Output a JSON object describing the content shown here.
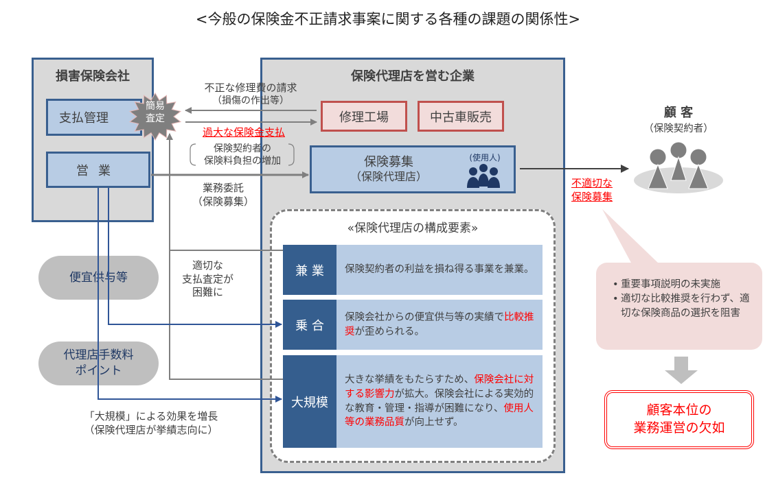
{
  "title": "<今般の保険金不正請求事案に関する各種の課題の関係性>",
  "insurer": {
    "title": "損害保険会社",
    "payment_mgmt": "支払管理",
    "sales": "営業",
    "burst_line1": "簡易",
    "burst_line2": "査定"
  },
  "agency_company": {
    "title": "保険代理店を営む企業",
    "repair_shop": "修理工場",
    "used_car": "中古車販売",
    "solicitation_line1": "保険募集",
    "solicitation_line2": "（保険代理店）",
    "employees_label": "(使用人)",
    "components_title": "«保険代理店の構成要素»",
    "components": [
      {
        "label": "兼 業",
        "text_parts": [
          {
            "t": "保険契約者の利益を損ね得る事業を兼業。",
            "red": false
          }
        ]
      },
      {
        "label": "乗 合",
        "text_parts": [
          {
            "t": "保険会社からの便宜供与等の実績で",
            "red": false
          },
          {
            "t": "比較推奨",
            "red": true
          },
          {
            "t": "が歪められる。",
            "red": false
          }
        ]
      },
      {
        "label": "大規模",
        "text_parts": [
          {
            "t": "大きな挙績をもたらすため、",
            "red": false
          },
          {
            "t": "保険会社に対する影響力",
            "red": true
          },
          {
            "t": "が拡大。保険会社による実効的な教育・管理・指導が困難になり、",
            "red": false
          },
          {
            "t": "使用人等の業務品質",
            "red": true
          },
          {
            "t": "が向上せず。",
            "red": false
          }
        ]
      }
    ]
  },
  "arrows": {
    "fraud_claim_line1": "不正な修理費の請求",
    "fraud_claim_line2": "（損傷の作出等）",
    "excess_payment": "過大な保険金支払",
    "burden_line1": "保険契約者の",
    "burden_line2": "保険料負担の増加",
    "outsourcing_line1": "業務委託",
    "outsourcing_line2": "（保険募集）",
    "difficult_line1": "適切な",
    "difficult_line2": "支払査定が",
    "difficult_line3": "困難に",
    "amplify_line1": "「大規模」による効果を増長",
    "amplify_line2": "（保険代理店が挙績志向に）",
    "improper_line1": "不適切な",
    "improper_line2": "保険募集"
  },
  "pills": {
    "benefits": "便宜供与等",
    "commission_line1": "代理店手数料",
    "commission_line2": "ポイント"
  },
  "customer": {
    "title": "顧 客",
    "subtitle": "（保険契約者）"
  },
  "callout": {
    "items": [
      "重要事項説明の未実施",
      "適切な比較推奨を行わず、適切な保険商品の選択を阻害"
    ]
  },
  "result": {
    "line1": "顧客本位の",
    "line2": "業務運営の欠如"
  },
  "colors": {
    "panel_border": "#395f8f",
    "panel_fill": "#d9d9d9",
    "blue_fill": "#b8cce4",
    "red_box_border": "#c0504d",
    "red_box_fill": "#f2dcdb",
    "highlight_red": "#ff0000",
    "element_label": "#355e8e"
  }
}
